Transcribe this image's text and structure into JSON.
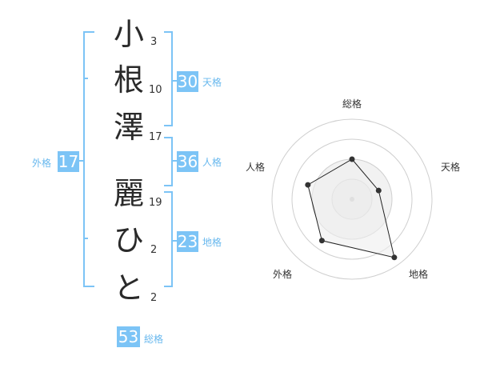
{
  "name": {
    "chars": [
      "小",
      "根",
      "澤",
      "麗",
      "ひ",
      "と"
    ],
    "strokes": [
      "3",
      "10",
      "17",
      "19",
      "2",
      "2"
    ]
  },
  "kakusuu": {
    "tenkaku": {
      "value": "30",
      "label": "天格"
    },
    "jinkaku": {
      "value": "36",
      "label": "人格"
    },
    "chikaku": {
      "value": "23",
      "label": "地格"
    },
    "gaikaku": {
      "value": "17",
      "label": "外格"
    },
    "soukaku": {
      "value": "53",
      "label": "総格"
    }
  },
  "colors": {
    "accent": "#7cc4f6",
    "bracket": "#7cc4f6",
    "radar_fill": "#eeeeee"
  },
  "chart_data": {
    "type": "radar",
    "axes": [
      "総格",
      "天格",
      "地格",
      "外格",
      "人格"
    ],
    "series": [
      {
        "values": [
          0.5,
          0.35,
          0.9,
          0.64,
          0.58
        ]
      }
    ],
    "rings": 4,
    "range": [
      0,
      1
    ]
  }
}
